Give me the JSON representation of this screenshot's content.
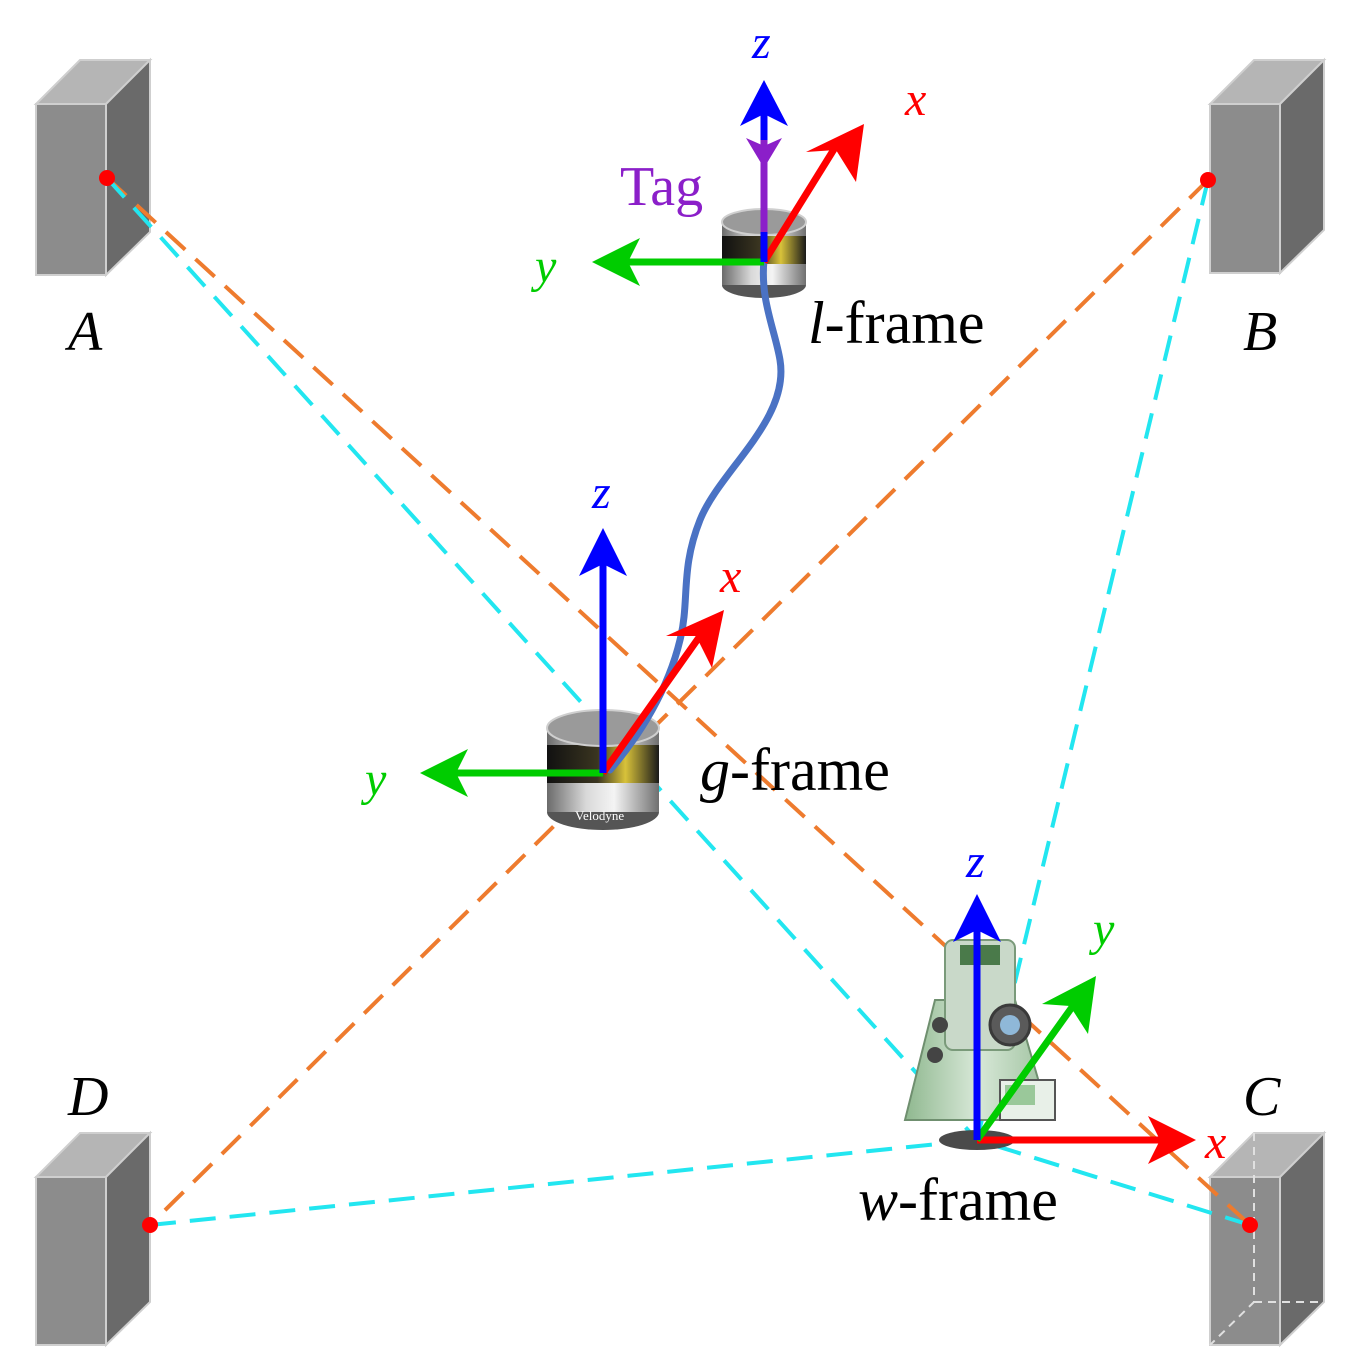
{
  "colors": {
    "x_axis": "#ff0000",
    "y_axis": "#00cc00",
    "z_axis": "#0000ff",
    "tag_axis": "#8b1fc9",
    "orange_line": "#ee7b2e",
    "cyan_line": "#22e6f0",
    "trajectory": "#4a72c4",
    "anchor_dot": "#ff0000",
    "box_front": "#8c8c8c",
    "box_side": "#6a6a6a",
    "box_top": "#b5b5b5"
  },
  "anchors": {
    "A": {
      "label": "A"
    },
    "B": {
      "label": "B"
    },
    "C": {
      "label": "C"
    },
    "D": {
      "label": "D"
    }
  },
  "frames": {
    "l_frame": {
      "italic": "l",
      "rest": "-frame",
      "x_label": "x",
      "y_label": "y",
      "z_label": "z",
      "tag_label": "Tag"
    },
    "g_frame": {
      "italic": "g",
      "rest": "-frame",
      "x_label": "x",
      "y_label": "y",
      "z_label": "z",
      "device_brand": "Velodyne"
    },
    "w_frame": {
      "italic": "w",
      "rest": "-frame",
      "x_label": "x",
      "y_label": "y",
      "z_label": "z"
    }
  }
}
